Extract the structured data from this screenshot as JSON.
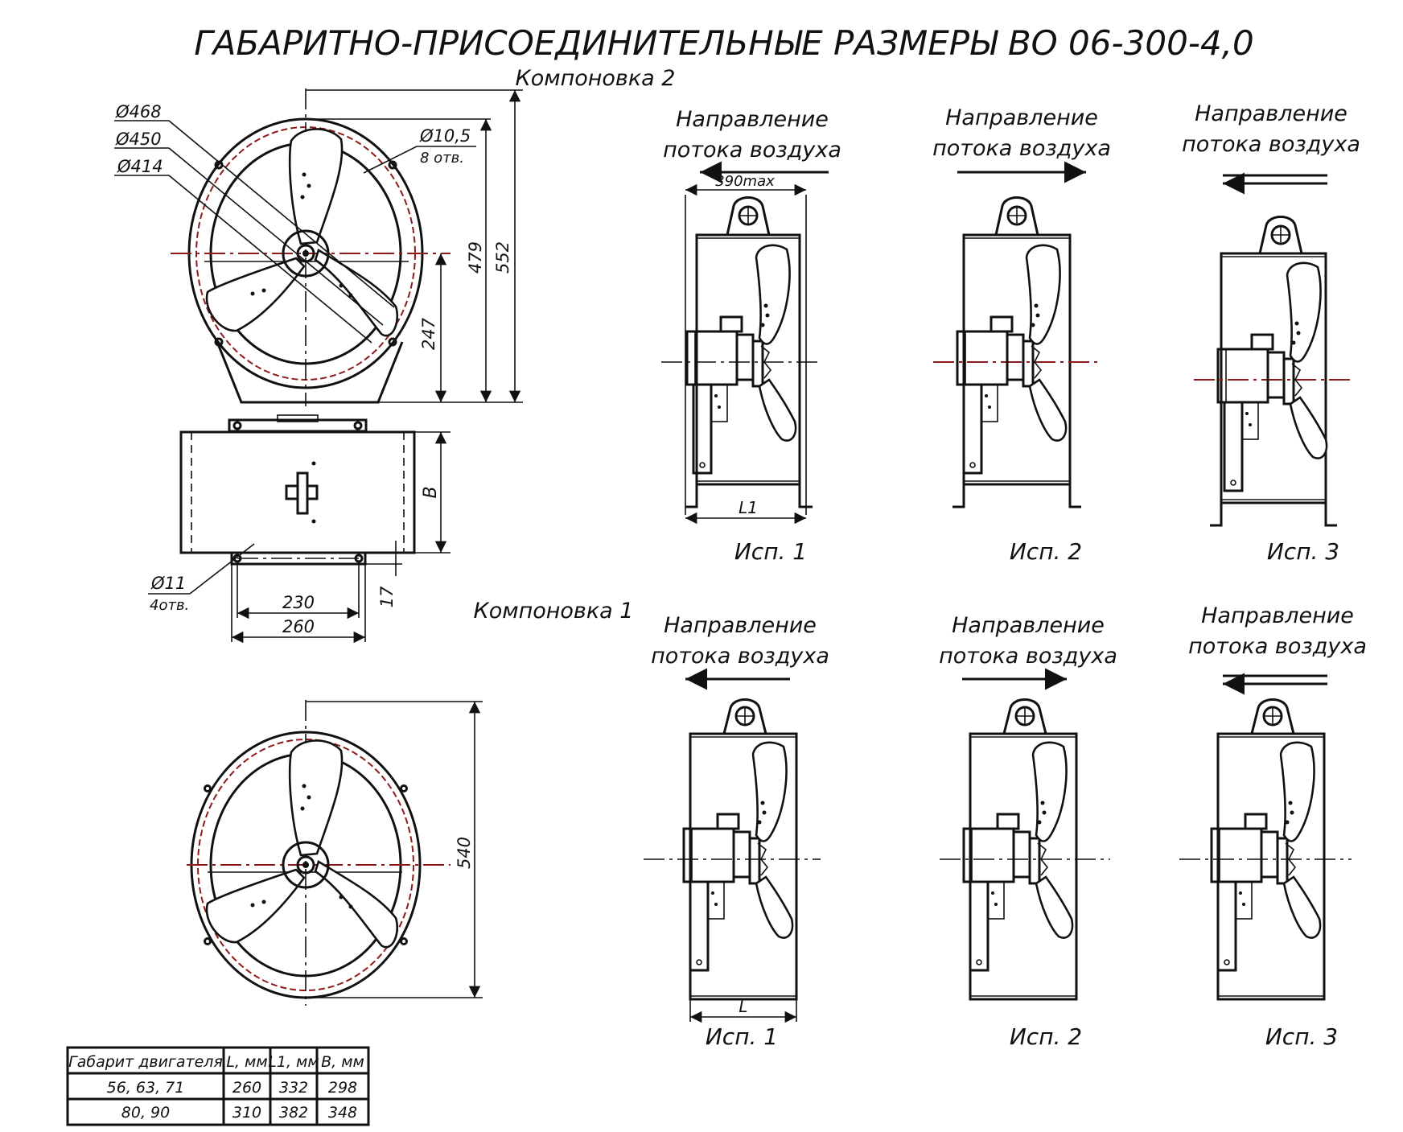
{
  "title": "ГАБАРИТНО-ПРИСОЕДИНИТЕЛЬНЫЕ РАЗМЕРЫ ВО 06-300-4,0",
  "layout2_label": "Компоновка 2",
  "layout1_label": "Компоновка 1",
  "flow_direction_line1": "Направление",
  "flow_direction_line2": "потока воздуха",
  "versions": [
    "Исп. 1",
    "Исп. 2",
    "Исп. 3"
  ],
  "front_view_dimensions": {
    "d_outer": "Ø468",
    "d_middle": "Ø450",
    "d_inner": "Ø414",
    "holes_diameter": "Ø10,5",
    "holes_count": "8 отв.",
    "height_total": "552",
    "height_shell": "479",
    "axis_height": "247"
  },
  "top_view_dimensions": {
    "depth": "B",
    "foot_holes_diameter": "Ø11",
    "foot_holes_count": "4отв.",
    "foot_inner": "230",
    "foot_outer": "260",
    "foot_height": "17"
  },
  "layout1_dimensions": {
    "height": "540"
  },
  "side_view_dimensions": {
    "length_max": "390max",
    "length_l1": "L1",
    "length_l": "L"
  },
  "table": {
    "headers": [
      "Габарит двигателя",
      "L, мм",
      "L1, мм",
      "B, мм"
    ],
    "rows": [
      [
        "56, 63, 71",
        "260",
        "332",
        "298"
      ],
      [
        "80, 90",
        "310",
        "382",
        "348"
      ]
    ]
  },
  "colors": {
    "line": "#111111",
    "axis": "#8e1b1b",
    "background": "#ffffff"
  }
}
